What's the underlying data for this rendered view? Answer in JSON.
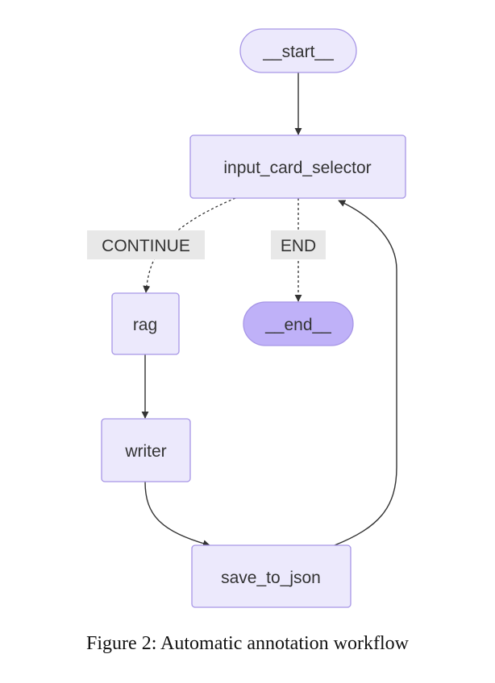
{
  "diagram": {
    "nodes": {
      "start": "__start__",
      "input_card_selector": "input_card_selector",
      "rag": "rag",
      "end": "__end__",
      "writer": "writer",
      "save_to_json": "save_to_json"
    },
    "edge_labels": {
      "continue": "CONTINUE",
      "end": "END"
    },
    "colors": {
      "node_fill": "#ECE9FC",
      "node_stroke": "#A796E6",
      "end_node_fill": "#BFB1F8",
      "edge": "#333333",
      "label_bg": "#E8E8E8"
    }
  },
  "caption": "Figure 2: Automatic annotation workflow"
}
